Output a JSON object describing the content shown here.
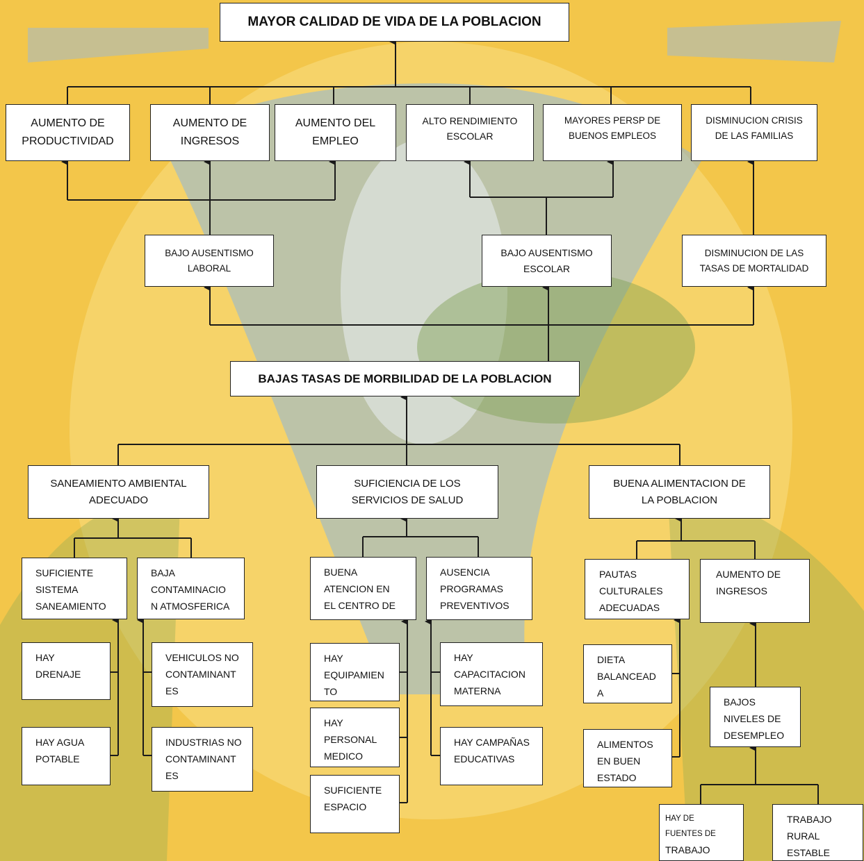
{
  "diagram": {
    "top_goal": "MAYOR CALIDAD DE VIDA DE LA POBLACION",
    "outcomes": [
      "AUMENTO DE\nPRODUCTIVIDAD",
      "AUMENTO DE\nINGRESOS",
      "AUMENTO DEL\nEMPLEO",
      "ALTO RENDIMIENTO\nESCOLAR",
      "MAYORES  PERSP DE\nBUENOS EMPLEOS",
      "DISMINUCION CRISIS\nDE LAS FAMILIAS"
    ],
    "intermediate": [
      "BAJO AUSENTISMO\nLABORAL",
      "BAJO AUSENTISMO\nESCOLAR",
      "DISMINUCION DE LAS\nTASAS DE MORTALIDAD"
    ],
    "central": "BAJAS TASAS DE MORBILIDAD DE LA POBLACION",
    "pillars": [
      "SANEAMIENTO AMBIENTAL\nADECUADO",
      "SUFICIENCIA DE LOS\nSERVICIOS DE SALUD",
      "BUENA ALIMENTACION DE\nLA POBLACION"
    ],
    "sub": {
      "saneamiento": "SUFICIENTE\nSISTEMA\nSANEAMIENTO",
      "contaminacion": "BAJA\nCONTAMINACIO\nN ATMOSFERICA",
      "atencion": "BUENA\nATENCION EN\nEL CENTRO DE",
      "programas": "AUSENCIA\nPROGRAMAS\nPREVENTIVOS",
      "pautas": "PAUTAS\nCULTURALES\nADECUADAS",
      "ingresos": "AUMENTO  DE\nINGRESOS"
    },
    "leaves": {
      "drenaje": "HAY\nDRENAJE",
      "agua": "HAY AGUA\nPOTABLE",
      "vehiculos": "VEHICULOS  NO\nCONTAMINANT\nES",
      "industrias": "INDUSTRIAS  NO\nCONTAMINANT\nES",
      "equipamiento": "HAY\nEQUIPAMIEN\nTO",
      "personal": "HAY\nPERSONAL\nMEDICO",
      "espacio": "SUFICIENTE\nESPACIO",
      "capacitacion": "HAY\nCAPACITACION\nMATERNA",
      "campanas": "HAY CAMPAÑAS\nEDUCATIVAS",
      "dieta": "DIETA\nBALANCEAD\nA",
      "alimentos": "ALIMENTOS\nEN BUEN\nESTADO",
      "desempleo": "BAJOS\nNIVELES DE\nDESEMPLEO",
      "trabajo_rural": "TRABAJO\nRURAL\nESTABLE"
    },
    "fuentes_line1": "HAY  DE",
    "fuentes_line2": "FUENTES DE",
    "fuentes_line3": "TRABAJO"
  },
  "colors": {
    "background": "#f4c23a",
    "watermark_blue": "#7eaed6",
    "watermark_green": "#8fae55",
    "line": "#1a1a1a"
  }
}
